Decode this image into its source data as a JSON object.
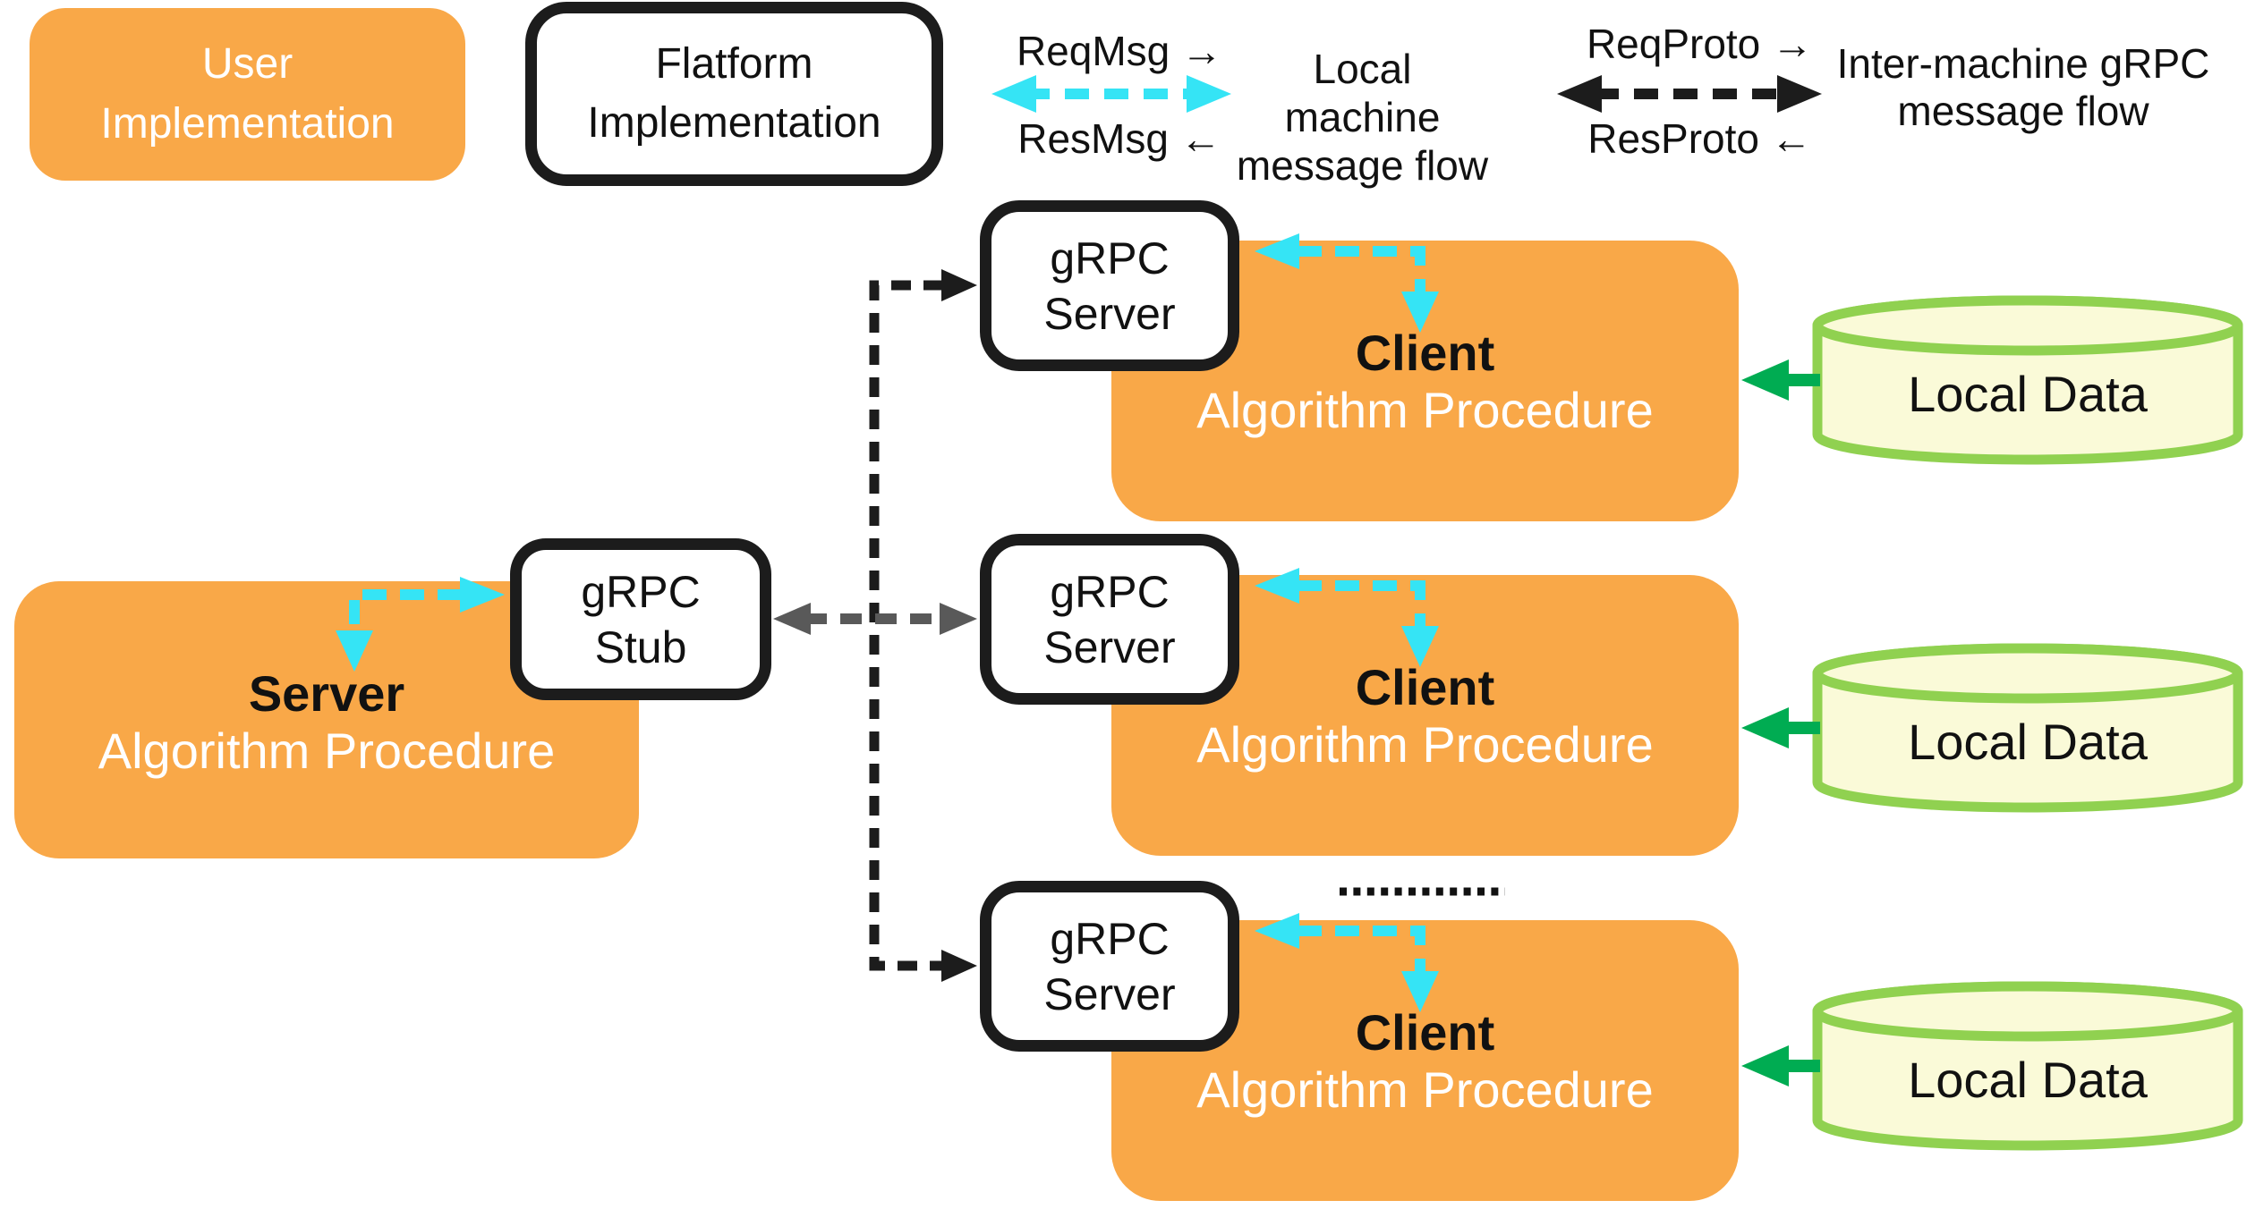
{
  "legend": {
    "user_box": {
      "line1": "User",
      "line2": "Implementation"
    },
    "platform_box": {
      "line1": "Flatform",
      "line2": "Implementation"
    },
    "local_flow": {
      "req_label": "ReqMsg →",
      "res_label": "ResMsg ←",
      "caption_line1": "Local machine",
      "caption_line2": "message flow"
    },
    "grpc_flow": {
      "req_label": "ReqProto →",
      "res_label": "ResProto ←",
      "caption_line1": "Inter-machine gRPC",
      "caption_line2": "message flow"
    }
  },
  "server_node": {
    "title": "Server",
    "subtitle": "Algorithm Procedure"
  },
  "stub_box": {
    "line1": "gRPC",
    "line2": "Stub"
  },
  "grpc_server_boxes": [
    {
      "line1": "gRPC",
      "line2": "Server"
    },
    {
      "line1": "gRPC",
      "line2": "Server"
    },
    {
      "line1": "gRPC",
      "line2": "Server"
    }
  ],
  "client_nodes": [
    {
      "title": "Client",
      "subtitle": "Algorithm Procedure"
    },
    {
      "title": "Client",
      "subtitle": "Algorithm Procedure"
    },
    {
      "title": "Client",
      "subtitle": "Algorithm Procedure"
    }
  ],
  "local_data_nodes": [
    {
      "label": "Local Data"
    },
    {
      "label": "Local Data"
    },
    {
      "label": "Local Data"
    }
  ],
  "colors": {
    "orange": "#F9A848",
    "cyan": "#35E4F5",
    "black_line": "#1C1C1C",
    "gray_arrow": "#595959",
    "green_arrow": "#00AC52",
    "cylinder_border": "#90D150",
    "cylinder_fill": "#FAFAD8",
    "white_text": "#FFFFFF",
    "black_text": "#111111"
  }
}
